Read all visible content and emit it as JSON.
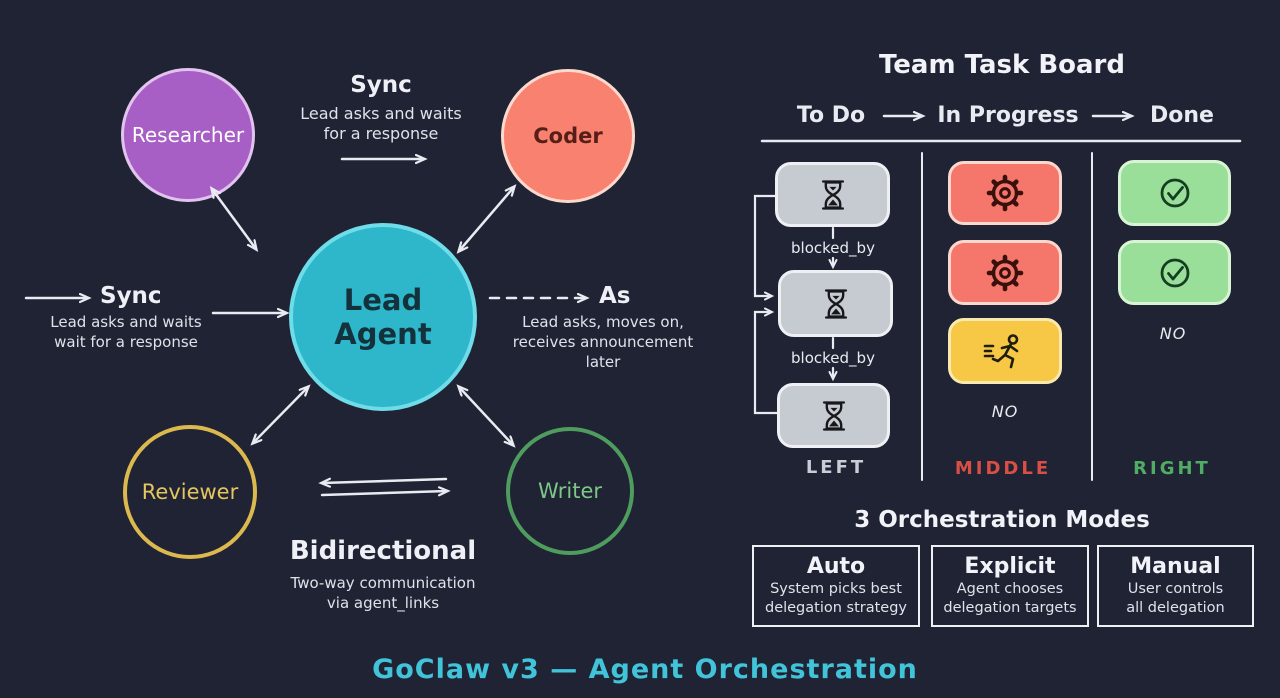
{
  "colors": {
    "background": "#202334",
    "arrow_stroke": "#e9ebf2",
    "researcher_fill": "#a75fc5",
    "coder_fill": "#f8816f",
    "lead_fill": "#2eb6ca",
    "reviewer_stroke": "#dcb94f",
    "writer_stroke": "#4f9d5e",
    "todo_card": "#c6cad1",
    "in_progress_card": "#f5776b",
    "active_card": "#f6c845",
    "done_card": "#9adf99",
    "left_label": "#c9cdd6",
    "middle_label": "#d94f46",
    "right_label": "#4fae63",
    "footer_title": "#41c4da"
  },
  "agents": {
    "researcher": "Researcher",
    "coder": "Coder",
    "lead_line1": "Lead",
    "lead_line2": "Agent",
    "reviewer": "Reviewer",
    "writer": "Writer"
  },
  "annotations": {
    "sync_top": {
      "title": "Sync",
      "line1": "Lead asks and waits",
      "line2": "for a response"
    },
    "sync_left": {
      "title": "Sync",
      "line1": "Lead asks and waits",
      "line2": "wait for a response"
    },
    "async_right": {
      "title": "As",
      "line1": "Lead asks, moves on,",
      "line2": "receives announcement",
      "line3": "later"
    },
    "bidirectional": {
      "title": "Bidirectional",
      "line1": "Two-way communication",
      "line2": "via agent_links"
    }
  },
  "task_board": {
    "title": "Team Task Board",
    "header_arrow": "→",
    "columns": [
      {
        "header": "To Do",
        "label": "LEFT",
        "edge_label": "blocked_by",
        "cards": [
          {
            "icon": "hourglass"
          },
          {
            "icon": "hourglass"
          },
          {
            "icon": "hourglass"
          }
        ]
      },
      {
        "header": "In Progress",
        "label": "MIDDLE",
        "note": "NO",
        "cards": [
          {
            "icon": "gear"
          },
          {
            "icon": "gear"
          },
          {
            "icon": "runner"
          }
        ]
      },
      {
        "header": "Done",
        "label": "RIGHT",
        "note": "NO",
        "cards": [
          {
            "icon": "check-circle"
          },
          {
            "icon": "check-circle"
          }
        ]
      }
    ]
  },
  "modes": {
    "title": "3 Orchestration Modes",
    "items": [
      {
        "title": "Auto",
        "line1": "System picks best",
        "line2": "delegation strategy"
      },
      {
        "title": "Explicit",
        "line1": "Agent chooses",
        "line2": "delegation targets"
      },
      {
        "title": "Manual",
        "line1": "User controls",
        "line2": "all delegation"
      }
    ]
  },
  "footer": {
    "title": "GoClaw v3 — Agent Orchestration"
  }
}
